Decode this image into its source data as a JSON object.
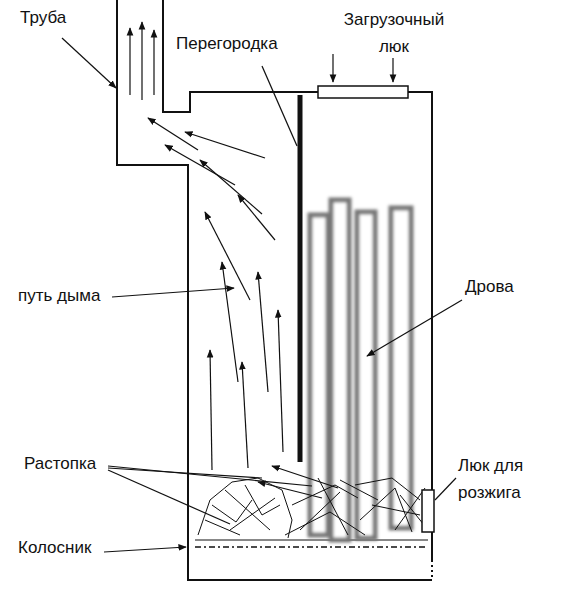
{
  "diagram": {
    "labels": [
      "Труба",
      "Перегородка",
      "Загрузочный люк",
      "путь дыма",
      "Дрова",
      "Растопка",
      "Люк для розжига",
      "Колосник"
    ]
  }
}
